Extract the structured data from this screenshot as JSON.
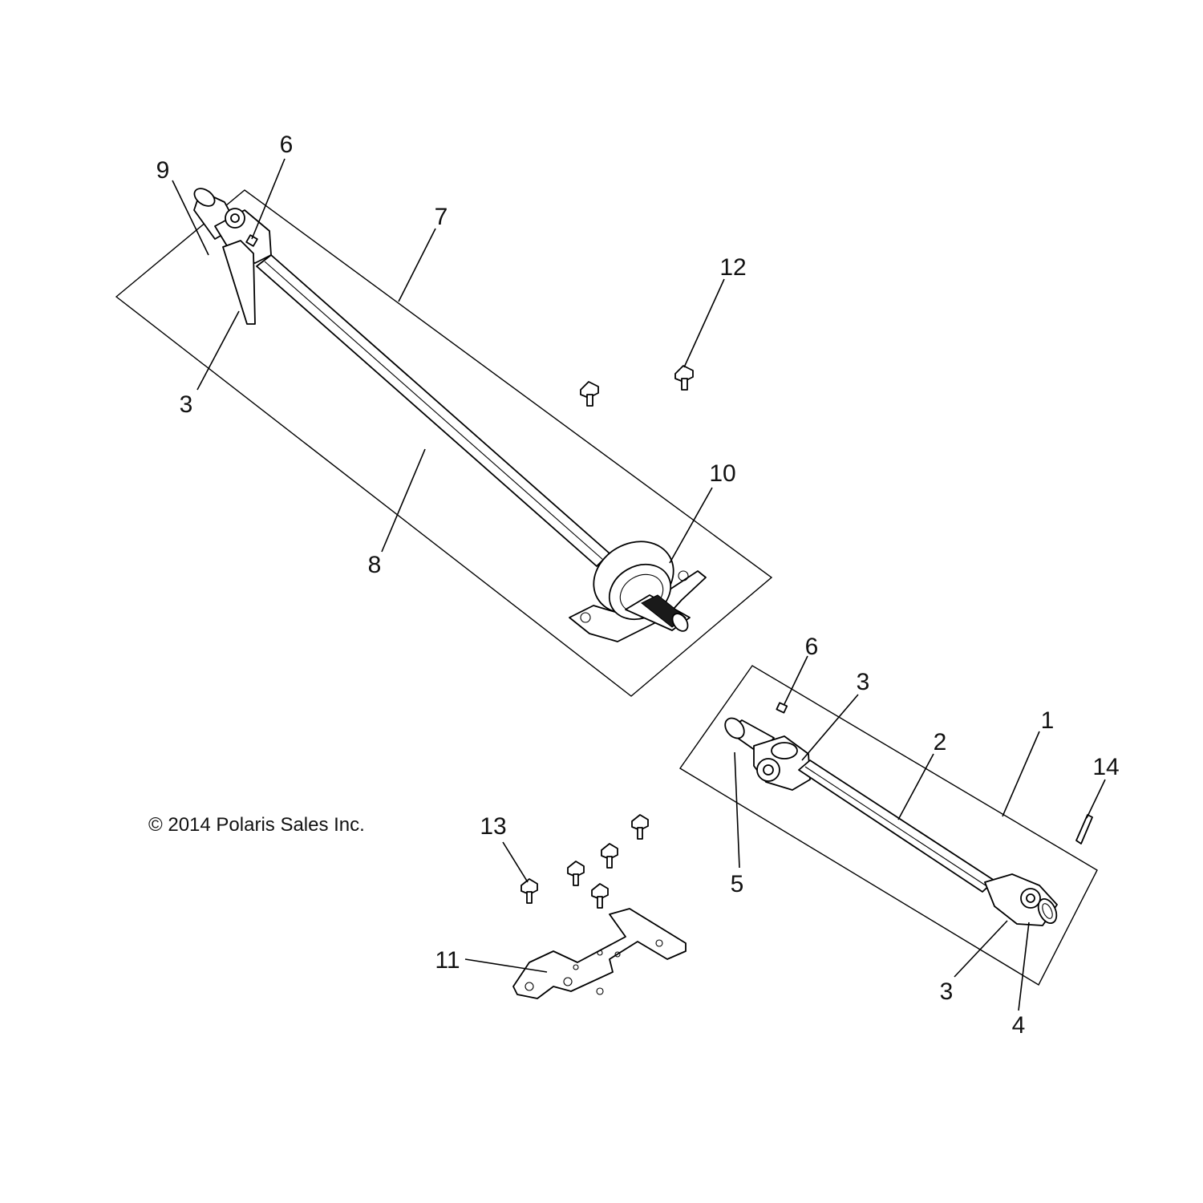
{
  "copyright": "© 2014 Polaris Sales Inc.",
  "callouts": {
    "c1": "1",
    "c2": "2",
    "c3a": "3",
    "c3b": "3",
    "c3c": "3",
    "c4": "4",
    "c5": "5",
    "c6a": "6",
    "c6b": "6",
    "c7": "7",
    "c8": "8",
    "c9": "9",
    "c10": "10",
    "c11": "11",
    "c12": "12",
    "c13": "13",
    "c14": "14"
  }
}
